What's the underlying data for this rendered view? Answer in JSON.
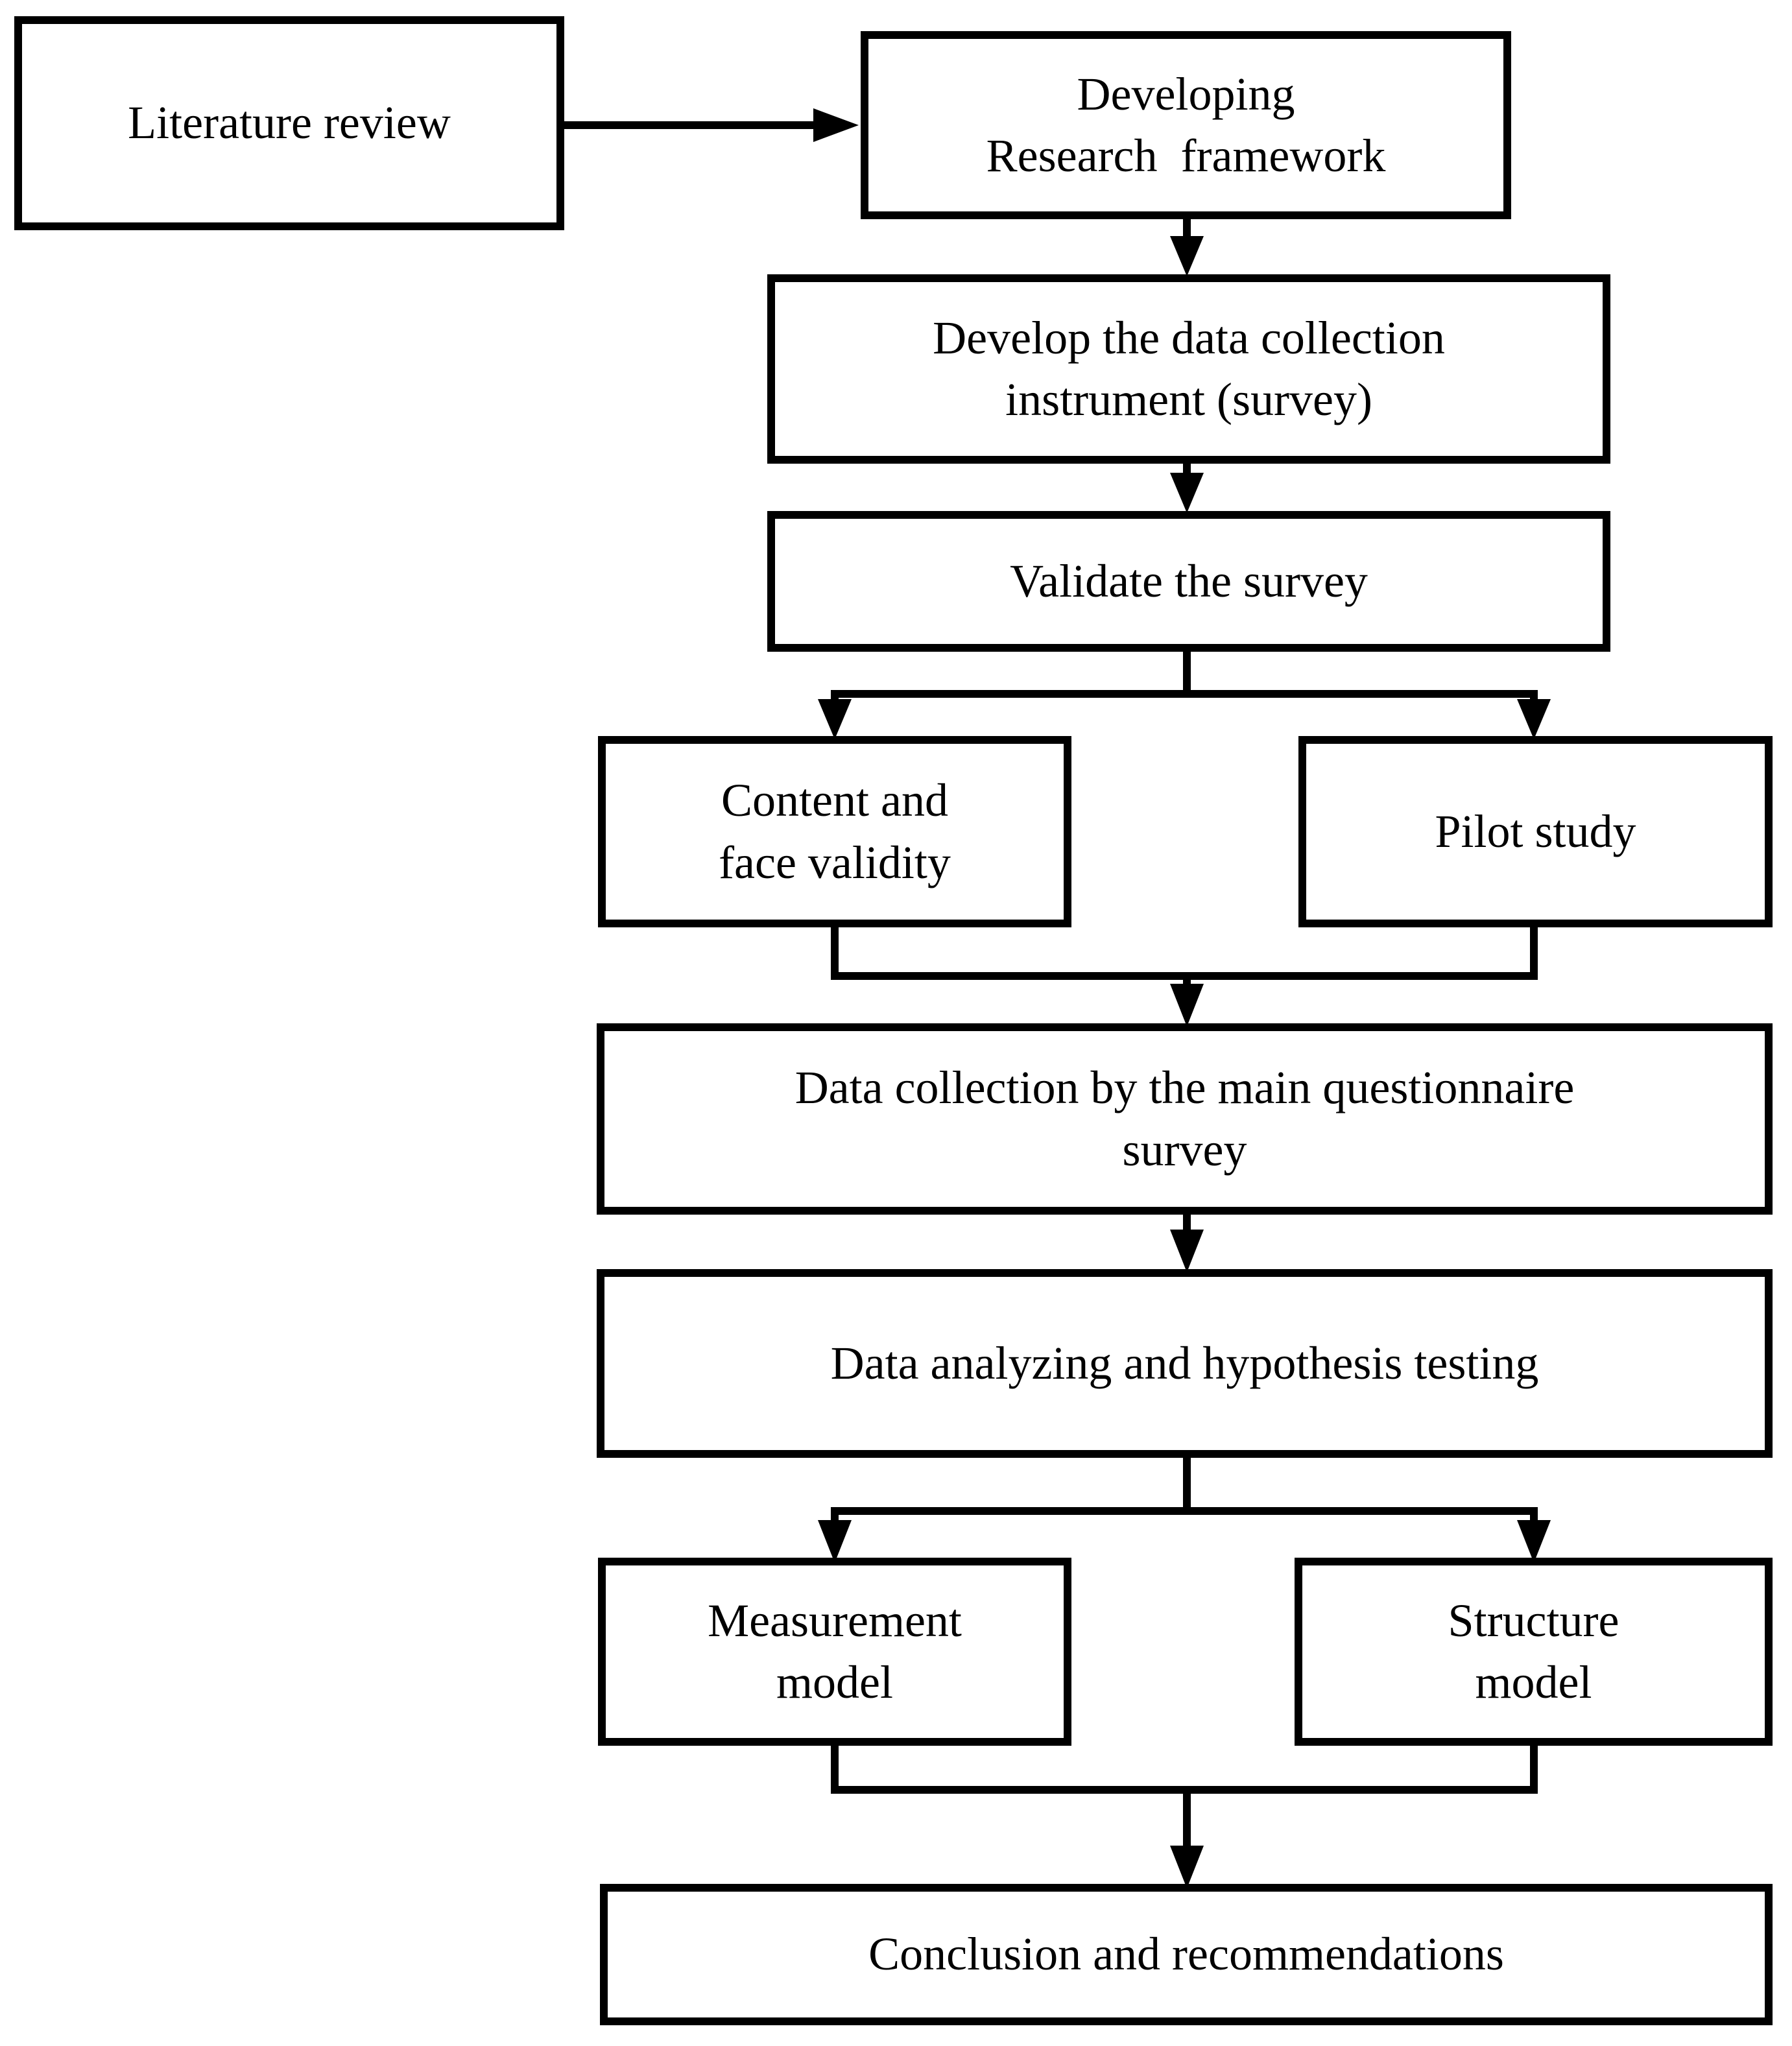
{
  "figure": {
    "title": "Research methodology flowchart",
    "background_color": "#ffffff",
    "line_color": "#000000",
    "box_fill_color": "#ffffff",
    "nodes": [
      {
        "id": "literature_review",
        "label": "Literature review"
      },
      {
        "id": "developing_framework",
        "label": "Developing\nResearch  framework"
      },
      {
        "id": "develop_instrument",
        "label": "Develop the data collection\ninstrument (survey)"
      },
      {
        "id": "validate_survey",
        "label": "Validate the survey"
      },
      {
        "id": "content_face_validity",
        "label": "Content and\nface validity"
      },
      {
        "id": "pilot_study",
        "label": "Pilot study"
      },
      {
        "id": "data_collection",
        "label": "Data collection by the main questionnaire\nsurvey"
      },
      {
        "id": "data_analyzing",
        "label": "Data analyzing and hypothesis testing"
      },
      {
        "id": "measurement_model",
        "label": "Measurement\nmodel"
      },
      {
        "id": "structure_model",
        "label": "Structure\nmodel"
      },
      {
        "id": "conclusion",
        "label": "Conclusion and recommendations"
      }
    ],
    "edges": [
      {
        "from": "literature_review",
        "to": "developing_framework"
      },
      {
        "from": "developing_framework",
        "to": "develop_instrument"
      },
      {
        "from": "develop_instrument",
        "to": "validate_survey"
      },
      {
        "from": "validate_survey",
        "to": "content_face_validity"
      },
      {
        "from": "validate_survey",
        "to": "pilot_study"
      },
      {
        "from": "content_face_validity",
        "to": "data_collection"
      },
      {
        "from": "pilot_study",
        "to": "data_collection"
      },
      {
        "from": "data_collection",
        "to": "data_analyzing"
      },
      {
        "from": "data_analyzing",
        "to": "measurement_model"
      },
      {
        "from": "data_analyzing",
        "to": "structure_model"
      },
      {
        "from": "measurement_model",
        "to": "conclusion"
      },
      {
        "from": "structure_model",
        "to": "conclusion"
      }
    ]
  }
}
